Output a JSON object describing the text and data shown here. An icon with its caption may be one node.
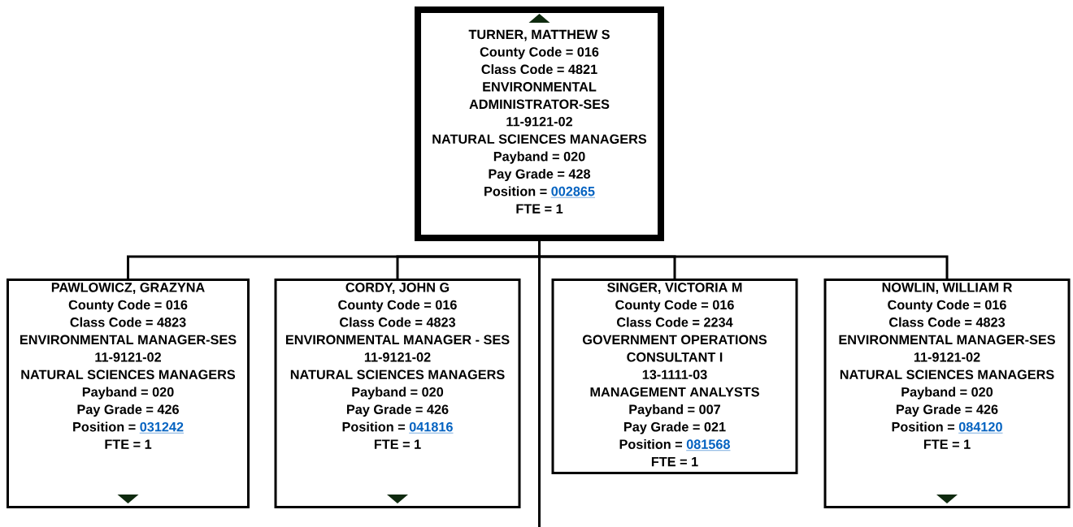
{
  "diagram": {
    "nodes": [
      {
        "text": [
          "TURNER, MATTHEW S",
          "County Code = 016",
          "Class Code = 4821",
          "ENVIRONMENTAL ADMINISTRATOR-SES",
          "11-9121-02",
          "NATURAL SCIENCES MANAGERS",
          "Payband = 020",
          "Pay Grade = 428",
          "Position =",
          "002865",
          "FTE = 1"
        ]
      },
      {
        "text": [
          "PAWLOWICZ, GRAZYNA",
          "County Code = 016",
          "Class Code = 4823",
          "ENVIRONMENTAL MANAGER-SES",
          "11-9121-02",
          "NATURAL SCIENCES MANAGERS",
          "Payband = 020",
          "Pay Grade = 426",
          "Position =",
          "031242",
          "FTE = 1"
        ]
      },
      {
        "text": [
          "CORDY, JOHN G",
          "County Code = 016",
          "Class Code = 4823",
          "ENVIRONMENTAL MANAGER - SES",
          "11-9121-02",
          "NATURAL SCIENCES MANAGERS",
          "Payband = 020",
          "Pay Grade = 426",
          "Position =",
          "041816",
          "FTE = 1"
        ]
      },
      {
        "text": [
          "SINGER, VICTORIA M",
          "County Code = 016",
          "Class Code = 2234",
          "GOVERNMENT OPERATIONS CONSULTANT I",
          "13-1111-03",
          "MANAGEMENT ANALYSTS",
          "Payband = 007",
          "Pay Grade = 021",
          "Position =",
          "081568",
          "FTE = 1"
        ]
      },
      {
        "text": [
          "NOWLIN, WILLIAM R",
          "County Code = 016",
          "Class Code = 4823",
          "ENVIRONMENTAL MANAGER-SES",
          "11-9121-02",
          "NATURAL SCIENCES MANAGERS",
          "Payband = 020",
          "Pay Grade = 426",
          "Position =",
          "084120",
          "FTE = 1"
        ]
      }
    ],
    "edges": [
      {
        "from": 0,
        "to": 1,
        "arrow": "none"
      },
      {
        "from": 0,
        "to": 2,
        "arrow": "none"
      },
      {
        "from": 0,
        "to": 3,
        "arrow": "none"
      },
      {
        "from": 0,
        "to": 4,
        "arrow": "none"
      },
      {
        "from": 0,
        "to": null,
        "arrow": "none"
      }
    ]
  }
}
